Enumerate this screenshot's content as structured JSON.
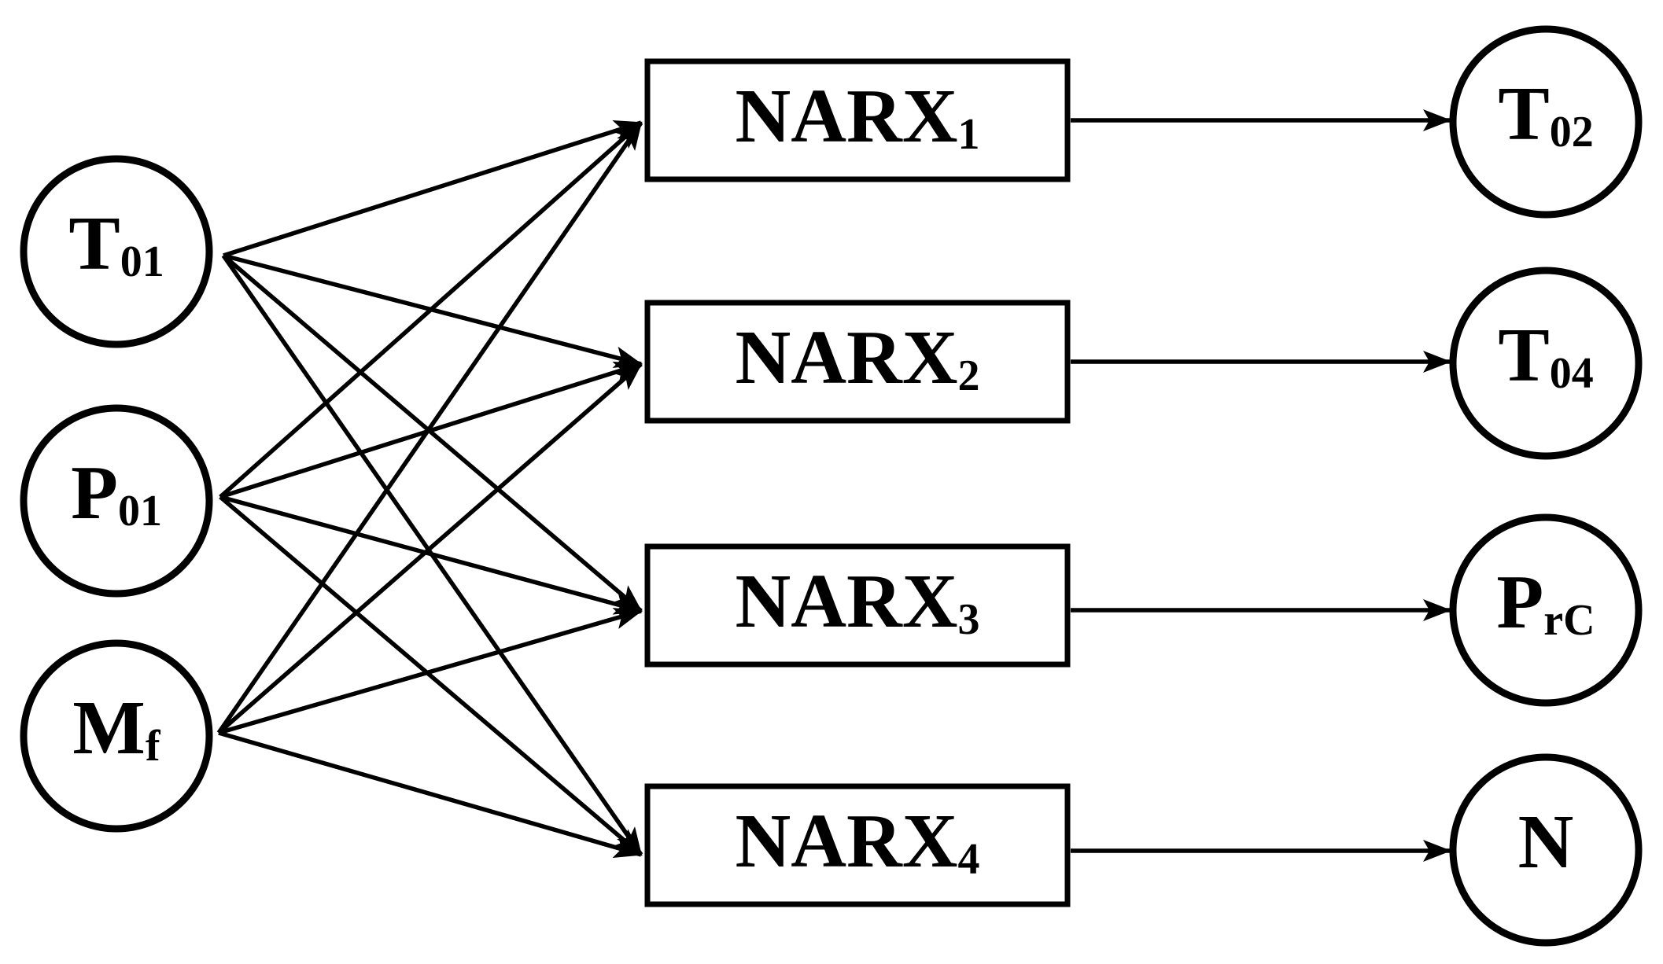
{
  "inputs": [
    {
      "main": "T",
      "sub": "01"
    },
    {
      "main": "P",
      "sub": "01"
    },
    {
      "main": "M",
      "sub": "f"
    }
  ],
  "models": [
    {
      "main": "NARX",
      "sub": "1"
    },
    {
      "main": "NARX",
      "sub": "2"
    },
    {
      "main": "NARX",
      "sub": "3"
    },
    {
      "main": "NARX",
      "sub": "4"
    }
  ],
  "outputs": [
    {
      "main": "T",
      "sub": "02"
    },
    {
      "main": "T",
      "sub": "04"
    },
    {
      "main": "P",
      "sub": "rC"
    },
    {
      "main": "N",
      "sub": ""
    }
  ],
  "connections": {
    "inputs_to_models": "all",
    "models_to_outputs": "one-to-one"
  },
  "colors": {
    "stroke": "#000000",
    "background": "#ffffff"
  }
}
